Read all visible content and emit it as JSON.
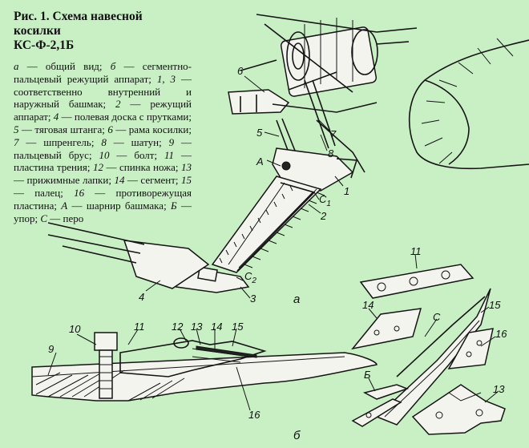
{
  "caption": {
    "title_line1": "Рис. 1. Схема навесной косилки",
    "title_line2": "КС-Ф-2,1Б",
    "legend": [
      {
        "key": "а",
        "text": " — общий вид; "
      },
      {
        "key": "б",
        "text": " — сегментно-пальцевый режущий аппарат; "
      },
      {
        "key": "1, 3",
        "text": " — соответственно внутренний и наружный башмак; "
      },
      {
        "key": "2",
        "text": " — режущий аппарат; "
      },
      {
        "key": "4",
        "text": " — полевая доска с прутками; "
      },
      {
        "key": "5",
        "text": " — тяговая штанга; "
      },
      {
        "key": "6",
        "text": " — рама косилки; "
      },
      {
        "key": "7",
        "text": " — шпренгель; "
      },
      {
        "key": "8",
        "text": " — шатун; "
      },
      {
        "key": "9",
        "text": " — пальцевый брус; "
      },
      {
        "key": "10",
        "text": " — болт; "
      },
      {
        "key": "11",
        "text": " — пластина трения; "
      },
      {
        "key": "12",
        "text": " — спинка ножа; "
      },
      {
        "key": "13",
        "text": " — прижимные лапки; "
      },
      {
        "key": "14",
        "text": " — сегмент; "
      },
      {
        "key": "15",
        "text": " — палец; "
      },
      {
        "key": "16",
        "text": " — противорежущая пластина; "
      },
      {
        "key": "А",
        "text": " — шарнир башмака; "
      },
      {
        "key": "Б",
        "text": " — упор; "
      },
      {
        "key": "С",
        "text": " — перо"
      }
    ]
  },
  "callouts": {
    "n1": "1",
    "n2": "2",
    "n3": "3",
    "n4": "4",
    "n5": "5",
    "n6": "6",
    "n7": "7",
    "n8": "8",
    "n9": "9",
    "n10": "10",
    "n11": "11",
    "n12": "12",
    "n13": "13",
    "n14": "14",
    "n15": "15",
    "n16": "16",
    "n11b": "11",
    "n13b": "13",
    "n14b": "14",
    "n15b": "15",
    "n16b": "16",
    "A": "А",
    "B": "Б",
    "C": "С",
    "C1_base": "C",
    "C1_sub": "1",
    "C2_base": "C",
    "C2_sub": "2"
  },
  "view_labels": {
    "a": "а",
    "b": "б"
  },
  "colors": {
    "background": "#c9efc4",
    "ink": "#151515",
    "plate": "#f4f4ef"
  }
}
